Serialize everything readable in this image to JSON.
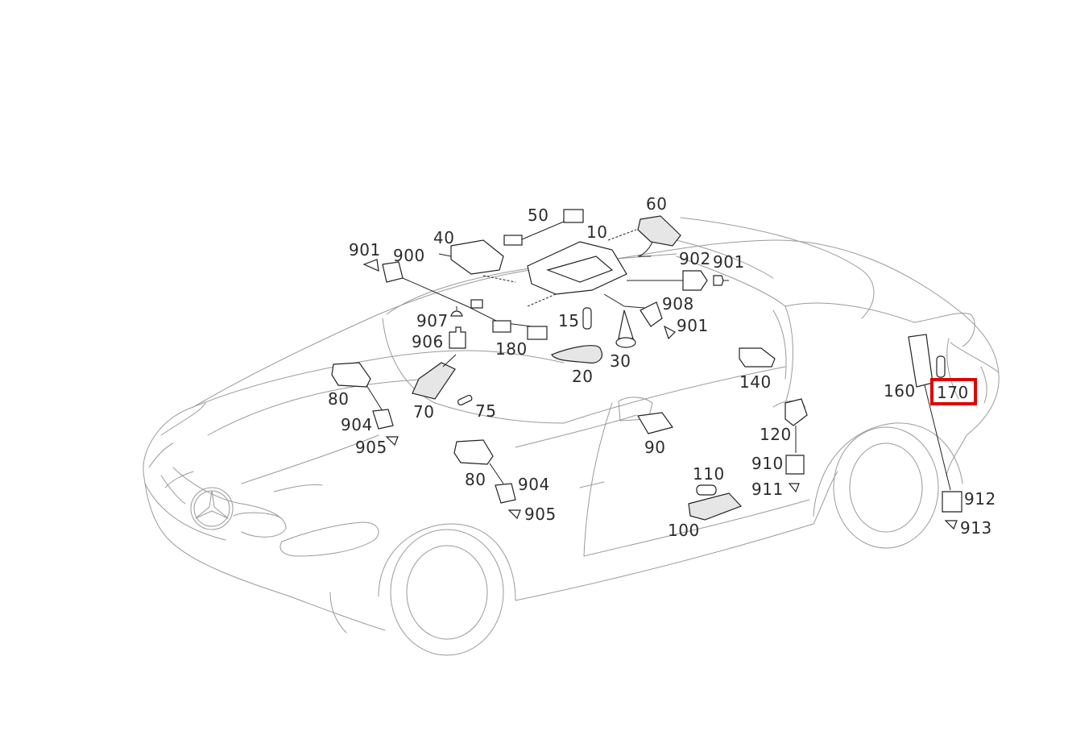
{
  "highlight_color": "#e00000",
  "line_color": "#9a9a9a",
  "highlighted_label": "170",
  "labels": {
    "l50": "50",
    "l60": "60",
    "l40": "40",
    "l10": "10",
    "l901a": "901",
    "l900": "900",
    "l902": "902",
    "l901b": "901",
    "l907": "907",
    "l15": "15",
    "l908": "908",
    "l901c": "901",
    "l906": "906",
    "l180": "180",
    "l20": "20",
    "l30": "30",
    "l80a": "80",
    "l140": "140",
    "l160": "160",
    "l170": "170",
    "l904a": "904",
    "l70": "70",
    "l75": "75",
    "l905a": "905",
    "l90": "90",
    "l120": "120",
    "l80b": "80",
    "l904b": "904",
    "l905b": "905",
    "l110": "110",
    "l910": "910",
    "l911": "911",
    "l912": "912",
    "l913": "913",
    "l100": "100"
  }
}
